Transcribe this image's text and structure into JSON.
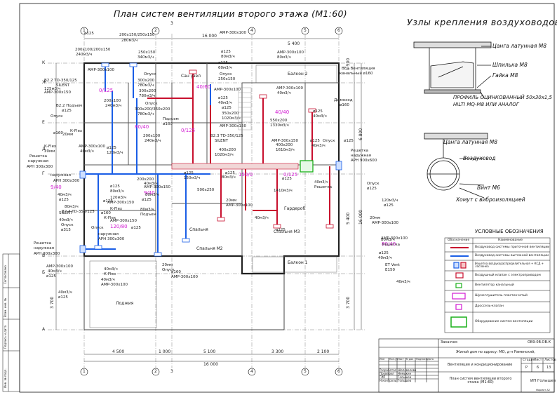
{
  "plan": {
    "title": "План систем вентиляции второго этажа (М1:60)",
    "axes_top": [
      "1",
      "2",
      "3",
      "4",
      "5",
      "6"
    ],
    "axes_left": [
      "К",
      "Ж",
      "Е",
      "Д",
      "Г",
      "В",
      "Б",
      "А"
    ],
    "dims_top": [
      "16 000",
      "5 400"
    ],
    "dims_bottom": [
      "4 500",
      "1 000",
      "5 100",
      "3 300",
      "2 100",
      "16 000"
    ],
    "dims_right": [
      "1 500",
      "6 800",
      "5 400",
      "3 700",
      "3 700",
      "16 000"
    ],
    "rooms": [
      "Балкон 2",
      "Балкон 1",
      "Спальня М2",
      "Спальня М3",
      "Лоджия",
      "Гардероб",
      "Спальня",
      "Сан узел"
    ],
    "labels": [
      {
        "text": "ø125",
        "c": ""
      },
      {
        "text": "200x150/250x150",
        "c": ""
      },
      {
        "text": "280м3/ч",
        "c": ""
      },
      {
        "text": "АМР-300x100",
        "c": ""
      },
      {
        "text": "ø125",
        "c": ""
      },
      {
        "text": "80м3/ч",
        "c": ""
      },
      {
        "text": "200x100/200x150",
        "c": ""
      },
      {
        "text": "240м3/ч",
        "c": ""
      },
      {
        "text": "250x150",
        "c": ""
      },
      {
        "text": "340м3/ч",
        "c": ""
      },
      {
        "text": "ø125",
        "c": ""
      },
      {
        "text": "60м3/ч",
        "c": ""
      },
      {
        "text": "АМР-300x100",
        "c": ""
      },
      {
        "text": "80м3/ч",
        "c": ""
      },
      {
        "text": "Опуск",
        "c": ""
      },
      {
        "text": "300x200",
        "c": ""
      },
      {
        "text": "780м3/ч",
        "c": ""
      },
      {
        "text": "Опуск",
        "c": ""
      },
      {
        "text": "250x150",
        "c": ""
      },
      {
        "text": "ВЕ1 Вентиляция",
        "c": ""
      },
      {
        "text": "канальный ø160",
        "c": ""
      },
      {
        "text": "АМР-300x100",
        "c": ""
      },
      {
        "text": "В2.2 TD-350/125",
        "c": ""
      },
      {
        "text": "SILENT",
        "c": ""
      },
      {
        "text": "АМР-300x150",
        "c": ""
      },
      {
        "text": "125м3/ч",
        "c": ""
      },
      {
        "text": "0/125",
        "c": "mag"
      },
      {
        "text": "300x200",
        "c": ""
      },
      {
        "text": "780м3/ч",
        "c": ""
      },
      {
        "text": "40/60",
        "c": "mag"
      },
      {
        "text": "АМР-300x100",
        "c": ""
      },
      {
        "text": "АМР-300x100",
        "c": ""
      },
      {
        "text": "40м3/ч",
        "c": ""
      },
      {
        "text": "Дымоход",
        "c": ""
      },
      {
        "text": "ø160",
        "c": ""
      },
      {
        "text": "В2.2 Подъем",
        "c": ""
      },
      {
        "text": "ø125",
        "c": ""
      },
      {
        "text": "200x100",
        "c": ""
      },
      {
        "text": "240м3/ч",
        "c": ""
      },
      {
        "text": "Опуск",
        "c": ""
      },
      {
        "text": "300x200/350x200",
        "c": ""
      },
      {
        "text": "780м3/ч",
        "c": ""
      },
      {
        "text": "ø125",
        "c": ""
      },
      {
        "text": "40м3/ч",
        "c": ""
      },
      {
        "text": "ø125",
        "c": ""
      },
      {
        "text": "350x200",
        "c": ""
      },
      {
        "text": "1020м3/ч",
        "c": ""
      },
      {
        "text": "40/40",
        "c": "mag"
      },
      {
        "text": "550x200",
        "c": ""
      },
      {
        "text": "1330м3/ч",
        "c": ""
      },
      {
        "text": "ø125",
        "c": ""
      },
      {
        "text": "40м3/ч",
        "c": ""
      },
      {
        "text": "Опуск",
        "c": ""
      },
      {
        "text": "ø160",
        "c": ""
      },
      {
        "text": "80/40",
        "c": "mag"
      },
      {
        "text": "Подъем",
        "c": ""
      },
      {
        "text": "ø160",
        "c": ""
      },
      {
        "text": "0/125",
        "c": "mag"
      },
      {
        "text": "АМР-300x150",
        "c": ""
      },
      {
        "text": "К-Flex",
        "c": ""
      },
      {
        "text": "20мм",
        "c": ""
      },
      {
        "text": "К-Flex",
        "c": ""
      },
      {
        "text": "20мм",
        "c": ""
      },
      {
        "text": "200x100",
        "c": ""
      },
      {
        "text": "240м3/ч",
        "c": ""
      },
      {
        "text": "В2.3 TD-350/125",
        "c": ""
      },
      {
        "text": "SILENT",
        "c": ""
      },
      {
        "text": "400x200",
        "c": ""
      },
      {
        "text": "1020м3/ч",
        "c": ""
      },
      {
        "text": "АМР-300x150",
        "c": ""
      },
      {
        "text": "400x200",
        "c": ""
      },
      {
        "text": "1610м3/ч",
        "c": ""
      },
      {
        "text": "ø125",
        "c": ""
      },
      {
        "text": "40м3/ч",
        "c": ""
      },
      {
        "text": "Опуск",
        "c": ""
      },
      {
        "text": "ø125",
        "c": ""
      },
      {
        "text": "Решетка",
        "c": ""
      },
      {
        "text": "наружная",
        "c": ""
      },
      {
        "text": "АРН 900x600",
        "c": ""
      },
      {
        "text": "Решетка",
        "c": ""
      },
      {
        "text": "наружная",
        "c": ""
      },
      {
        "text": "АРН 300x300",
        "c": ""
      },
      {
        "text": "АМР-300x100",
        "c": ""
      },
      {
        "text": "40м3/ч",
        "c": ""
      },
      {
        "text": "ø125",
        "c": ""
      },
      {
        "text": "120м3/ч",
        "c": ""
      },
      {
        "text": "ø125",
        "c": ""
      },
      {
        "text": "150м3/ч",
        "c": ""
      },
      {
        "text": "ø125",
        "c": ""
      },
      {
        "text": "80м3/ч",
        "c": ""
      },
      {
        "text": "150/0",
        "c": "mag"
      },
      {
        "text": "0/125",
        "c": "mag"
      },
      {
        "text": "ø125",
        "c": ""
      },
      {
        "text": "40м3/ч",
        "c": ""
      },
      {
        "text": "Решетка",
        "c": ""
      },
      {
        "text": "наружная",
        "c": ""
      },
      {
        "text": "АРН 300x300",
        "c": ""
      },
      {
        "text": "9/40",
        "c": "mag"
      },
      {
        "text": "200x200",
        "c": ""
      },
      {
        "text": "40м3/ч",
        "c": ""
      },
      {
        "text": "ø125",
        "c": ""
      },
      {
        "text": "80м3/ч",
        "c": ""
      },
      {
        "text": "АМР-300x150",
        "c": ""
      },
      {
        "text": "9/40",
        "c": "mag"
      },
      {
        "text": "500x250",
        "c": ""
      },
      {
        "text": "1410м3/ч",
        "c": ""
      },
      {
        "text": "Опуск",
        "c": ""
      },
      {
        "text": "ø125",
        "c": ""
      },
      {
        "text": "40м3/ч",
        "c": ""
      },
      {
        "text": "ø125",
        "c": ""
      },
      {
        "text": "120м3/ч",
        "c": ""
      },
      {
        "text": "АМР-300x150",
        "c": ""
      },
      {
        "text": "80м3/ч",
        "c": ""
      },
      {
        "text": "ø125",
        "c": ""
      },
      {
        "text": "80м3/ч",
        "c": ""
      },
      {
        "text": "Подъем",
        "c": ""
      },
      {
        "text": "ø125",
        "c": ""
      },
      {
        "text": "К-Flex",
        "c": ""
      },
      {
        "text": "20мм",
        "c": ""
      },
      {
        "text": "АМР-300x100",
        "c": ""
      },
      {
        "text": "120м3/ч",
        "c": ""
      },
      {
        "text": "ø125",
        "c": ""
      },
      {
        "text": "80м3/ч",
        "c": ""
      },
      {
        "text": "В2.4 TD-350/125",
        "c": ""
      },
      {
        "text": "SILENT",
        "c": ""
      },
      {
        "text": "ø160",
        "c": ""
      },
      {
        "text": "К-Flex",
        "c": ""
      },
      {
        "text": "20мм",
        "c": ""
      },
      {
        "text": "АМР-300x100",
        "c": ""
      },
      {
        "text": "40м3/ч",
        "c": ""
      },
      {
        "text": "Опуск",
        "c": ""
      },
      {
        "text": "ø315",
        "c": ""
      },
      {
        "text": "АМР-300x150",
        "c": ""
      },
      {
        "text": "120/80",
        "c": "mag"
      },
      {
        "text": "АМР-300x100",
        "c": ""
      },
      {
        "text": "80/40",
        "c": "mag"
      },
      {
        "text": "Опуск",
        "c": ""
      },
      {
        "text": "ø125",
        "c": ""
      },
      {
        "text": "40м3/ч",
        "c": ""
      },
      {
        "text": "ø125",
        "c": ""
      },
      {
        "text": "80м3/ч",
        "c": ""
      },
      {
        "text": "Решетка",
        "c": ""
      },
      {
        "text": "наружная",
        "c": ""
      },
      {
        "text": "АРН 300x300",
        "c": ""
      },
      {
        "text": "ø125",
        "c": ""
      },
      {
        "text": "40м3/ч",
        "c": ""
      },
      {
        "text": "Решетка",
        "c": ""
      },
      {
        "text": "наружная",
        "c": ""
      },
      {
        "text": "АРН 300x300",
        "c": ""
      },
      {
        "text": "ЕТ Vent",
        "c": ""
      },
      {
        "text": "Е150",
        "c": ""
      },
      {
        "text": "АМР-300x100",
        "c": ""
      },
      {
        "text": "40м3/ч",
        "c": ""
      },
      {
        "text": "ø125",
        "c": ""
      },
      {
        "text": "40м3/ч",
        "c": ""
      },
      {
        "text": "К-Flex",
        "c": ""
      },
      {
        "text": "20мм",
        "c": ""
      },
      {
        "text": "Опуск",
        "c": ""
      },
      {
        "text": "ø160",
        "c": ""
      },
      {
        "text": "АМР-300x100",
        "c": ""
      },
      {
        "text": "40м3/ч",
        "c": ""
      },
      {
        "text": "ø125",
        "c": ""
      },
      {
        "text": "40м3/ч",
        "c": ""
      },
      {
        "text": "АМР-300x100",
        "c": ""
      },
      {
        "text": "40м3/ч",
        "c": ""
      }
    ]
  },
  "details": {
    "title": "Узлы крепления воздуховодов",
    "top": [
      "Цанга латунная М8",
      "Шпилька М8",
      "Гайка М8",
      "ПРОФИЛЬ ОЦИНКОВАННЫЙ 50x30x1,5",
      "HILTI MQ-M8 ИЛИ АНАЛОГ"
    ],
    "bottom": [
      "Цанга латунная М8",
      "Воздуховод",
      "Винт М6",
      "Хомут с виброизоляцией"
    ]
  },
  "legend": {
    "title": "УСЛОВНЫЕ ОБОЗНАЧЕНИЯ",
    "head": [
      "Обозначение",
      "Наименование"
    ],
    "rows": [
      {
        "name": "Воздуховод системы приточной вентиляции",
        "sym": "line-red"
      },
      {
        "name": "Воздуховод системы вытяжной вентиляции",
        "sym": "line-blue"
      },
      {
        "name": "Решетка воздухораспределительная + КСД + Заслонка",
        "sym": "grille"
      },
      {
        "name": "Воздушный клапан с электроприводом",
        "sym": "damper"
      },
      {
        "name": "Вентилятор канальный",
        "sym": "fan"
      },
      {
        "name": "Шумоглушитель пластинчатый",
        "sym": "silencer"
      },
      {
        "name": "Дроссель-клапан",
        "sym": "throttle"
      },
      {
        "name": "Оборудование систем вентиляции",
        "sym": "equip"
      }
    ],
    "colors": {
      "supply": "#c8102e",
      "exhaust": "#1a5ee6",
      "annot": "#d21bd2",
      "equip": "#1ab01a"
    }
  },
  "stamp": {
    "code": "ОВ9-0В.ОВ.К",
    "client_label": "Заказчик",
    "object": "Жилой дом по адресу: МО, д-н Раменский,",
    "section": "Вентиляция и кондиционирование",
    "sheet_title": "План систем вентиляции второго этажа (М1:60)",
    "stage_head": [
      "Стадия",
      "Лист",
      "Листов"
    ],
    "stage": [
      "Р",
      "6",
      "13"
    ],
    "org": "ИП Голышев",
    "cols": [
      "Изм",
      "Кол.уч",
      "Лист",
      "N док",
      "Подпись",
      "Дата"
    ],
    "roles": [
      {
        "role": "Разработал",
        "name": "Шаповалова"
      },
      {
        "role": "Проверил",
        "name": "Немыкин"
      },
      {
        "role": "ГИП",
        "name": "Голышев"
      },
      {
        "role": "Н.контроль",
        "name": "Голышев"
      }
    ],
    "format": "Формат А2"
  },
  "side_labels": [
    "Согласовано",
    "Взам. инв. №",
    "Подпись и дата",
    "Инв. № подл."
  ]
}
